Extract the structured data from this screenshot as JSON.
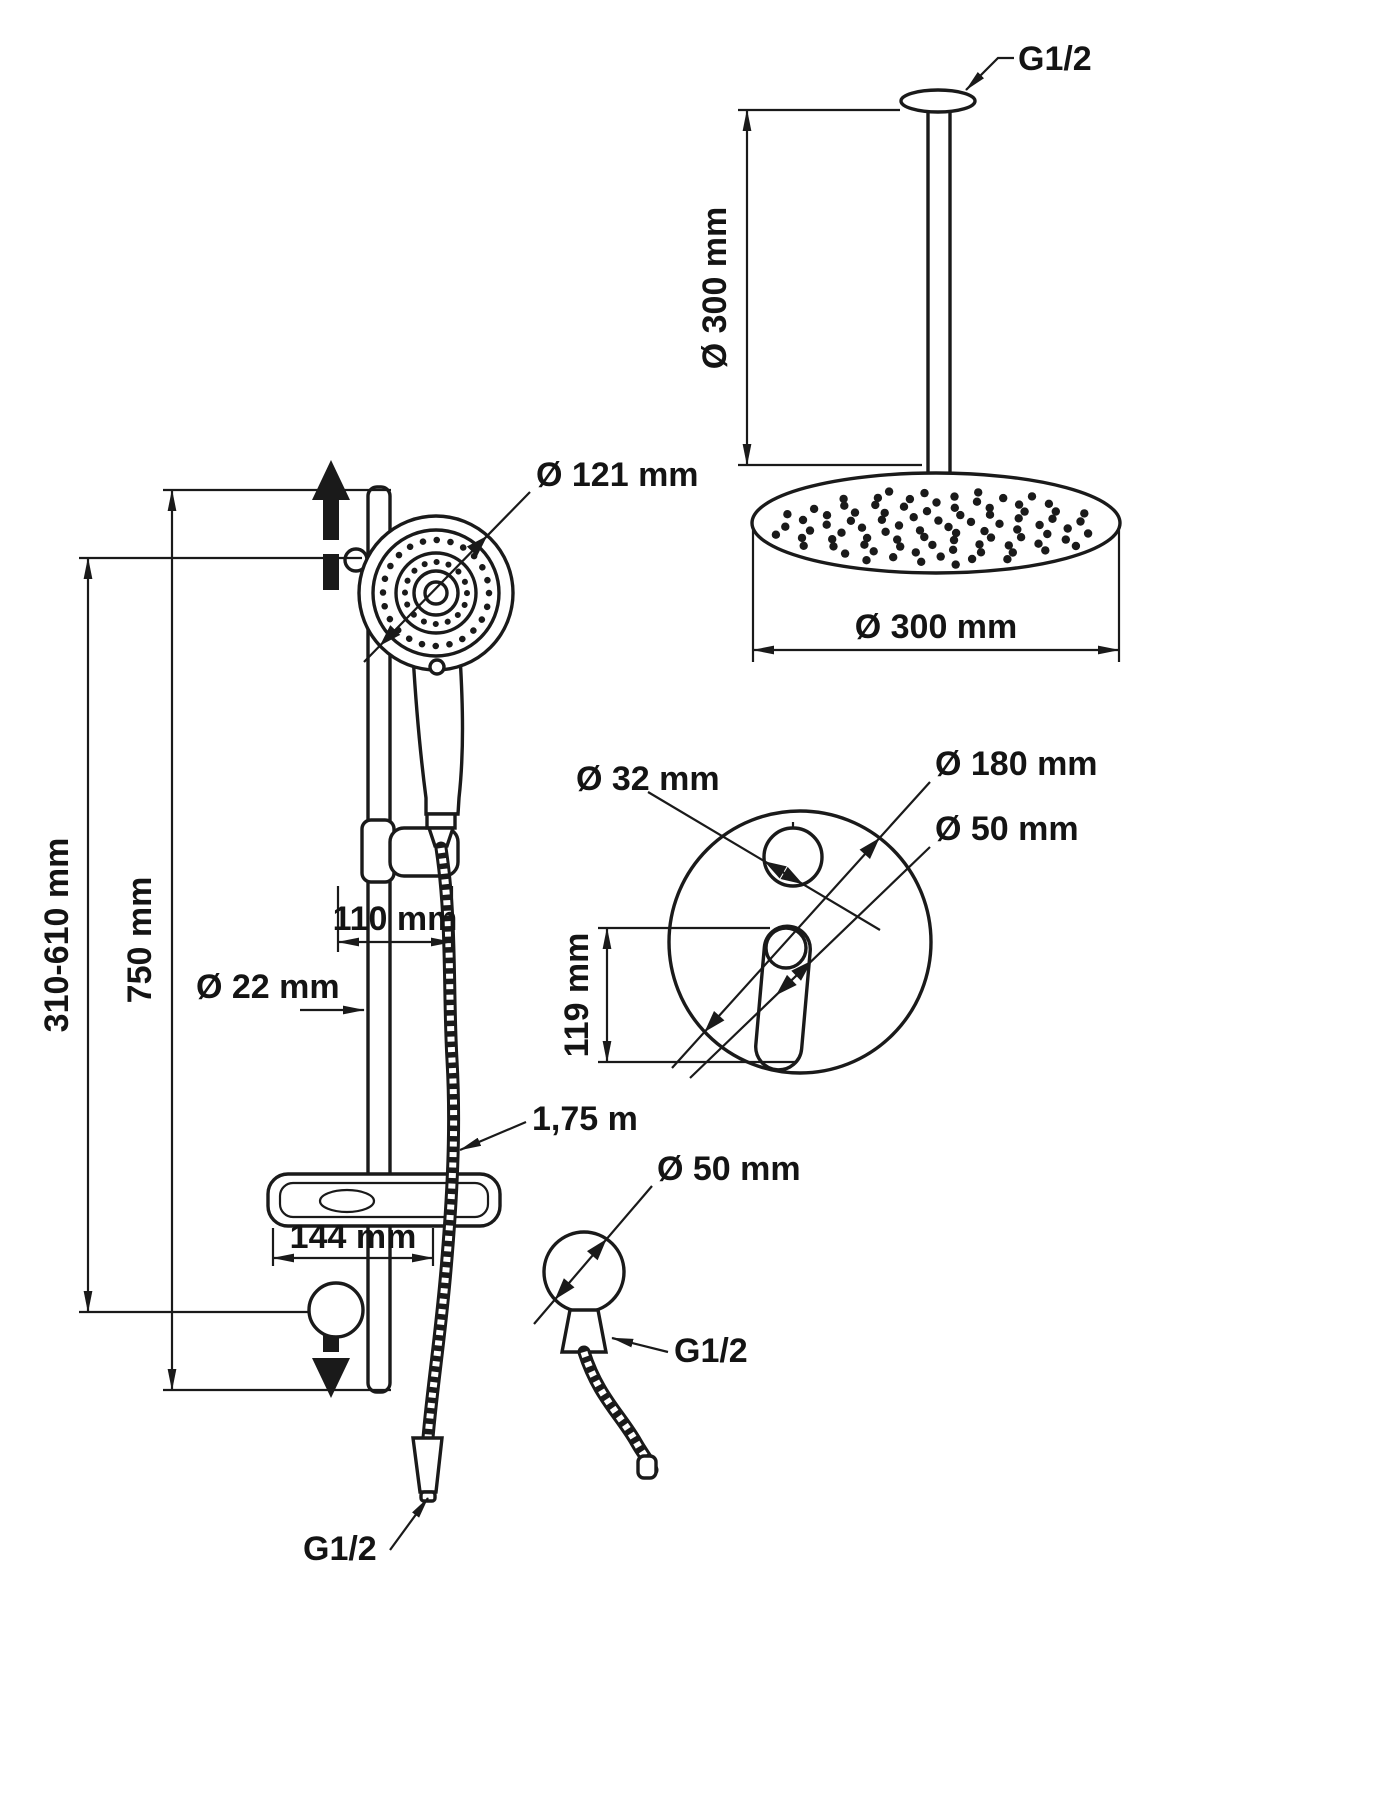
{
  "colors": {
    "background": "#ffffff",
    "line": "#1a1a1a"
  },
  "slide_bar_set": {
    "handshower_diameter_label": "Ø 121 mm",
    "adjust_range_label": "310-610 mm",
    "bar_length_label": "750 mm",
    "holder_width_label": "110 mm",
    "bar_diameter_label": "Ø 22 mm",
    "hose_length_label": "1,75 m",
    "shelf_width_label": "144 mm",
    "hose_thread_label": "G1/2"
  },
  "overhead_shower": {
    "thread_label": "G1/2",
    "arm_length_label": "Ø 300 mm",
    "head_diameter_label": "Ø 300 mm"
  },
  "concealed_mixer": {
    "diverter_diameter_label": "Ø 32 mm",
    "plate_diameter_label": "Ø 180 mm",
    "lever_diameter_label": "Ø 50 mm",
    "height_label": "119 mm"
  },
  "wall_outlet": {
    "diameter_label": "Ø 50 mm",
    "thread_label": "G1/2"
  }
}
